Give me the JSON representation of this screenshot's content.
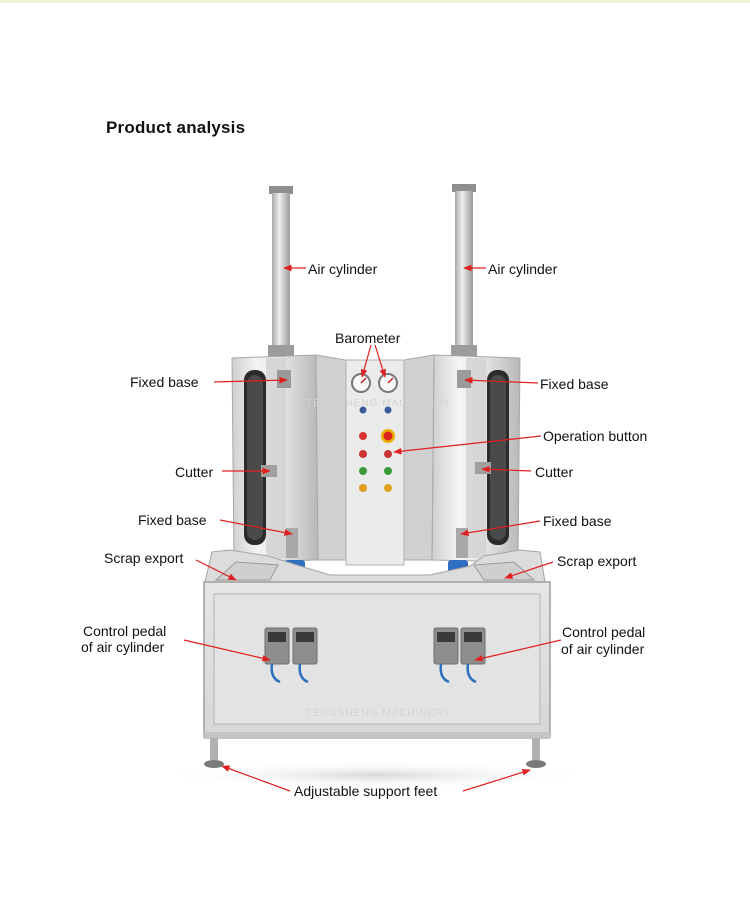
{
  "title": "Product analysis",
  "watermark": "TENGSHENG MACHINERY",
  "colors": {
    "arrow": "#e02020",
    "steel_light": "#e9e9e9",
    "steel_dark": "#b9b9b9",
    "cup": "#2f6fc0"
  },
  "labels": {
    "air_cylinder_left": "Air cylinder",
    "air_cylinder_right": "Air cylinder",
    "barometer": "Barometer",
    "fixed_base_top_left": "Fixed base",
    "fixed_base_top_right": "Fixed base",
    "operation_button": "Operation button",
    "cutter_left": "Cutter",
    "cutter_right": "Cutter",
    "fixed_base_bottom_left": "Fixed base",
    "fixed_base_bottom_right": "Fixed base",
    "scrap_export_left": "Scrap export",
    "scrap_export_right": "Scrap export",
    "control_pedal_left_1": "Control pedal",
    "control_pedal_left_2": "of air cylinder",
    "control_pedal_right_1": "Control pedal",
    "control_pedal_right_2": "of air cylinder",
    "adjustable_feet": "Adjustable support feet"
  }
}
